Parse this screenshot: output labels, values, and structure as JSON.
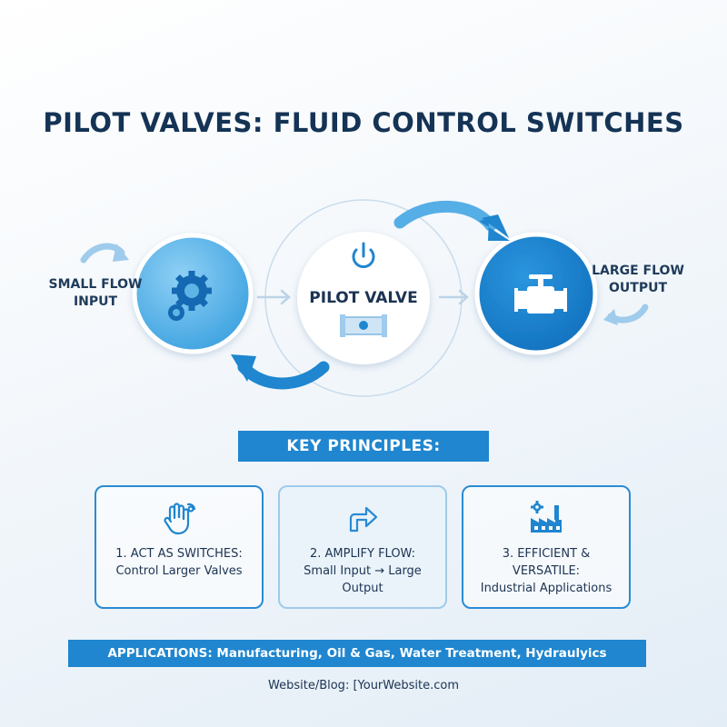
{
  "title": "PILOT VALVES: FLUID CONTROL SWITCHES",
  "diagram": {
    "input_label_line1": "SMALL FLOW",
    "input_label_line2": "INPUT",
    "pilot_label": "PILOT VALVE",
    "output_label_line1": "LARGE FLOW",
    "output_label_line2": "OUTPUT",
    "icons": {
      "input": "gears-icon",
      "pilot": "power-icon",
      "pilot_body": "valve-body-icon",
      "output": "valve-icon"
    }
  },
  "key_principles": {
    "heading": "KEY PRINCIPLES:",
    "cards": [
      {
        "icon": "hand-touch-icon",
        "line1": "1. ACT AS SWITCHES:",
        "line2": "Control Larger Valves"
      },
      {
        "icon": "arrow-turn-right-icon",
        "line1": "2. AMPLIFY FLOW:",
        "line2": "Small Input → Large",
        "line3": "Output"
      },
      {
        "icon": "factory-icon",
        "line1": "3. EFFICIENT & VERSATILE:",
        "line2": "Industrial Applications"
      }
    ]
  },
  "applications": "APPLICATIONS: Manufacturing, Oil & Gas, Water Treatment, Hydraulyics",
  "website": "Website/Blog: [YourWebsite.com",
  "colors": {
    "primary": "#1f86cf",
    "dark_text": "#143355",
    "light_blue": "#5fb4e6",
    "pale_blue": "#9fcbec"
  }
}
